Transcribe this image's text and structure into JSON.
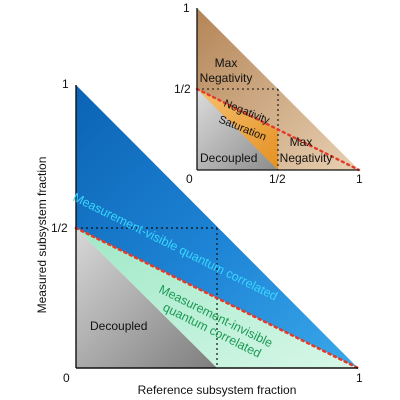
{
  "main_plot": {
    "ticks": {
      "x0": "0",
      "x1": "1",
      "y1": "1",
      "y_half": "1/2"
    },
    "xlabel": "Reference subsystem fraction",
    "ylabel": "Measured subsystem fraction",
    "regions": {
      "decoupled": "Decoupled",
      "visible": "Measurement-visible quantum correlated",
      "invisible_line1": "Measurement-invisible",
      "invisible_line2": "quantum correlated"
    },
    "colors": {
      "visible": "#1f7fd0",
      "invisible": "#b8f0d6",
      "decoupled": "#a9a9a9",
      "dotted_line": "#e23b2b",
      "visible_text": "#37d6ff",
      "invisible_text": "#1c9a55"
    }
  },
  "inset": {
    "ticks": {
      "x0": "0",
      "x_half": "1/2",
      "x1": "1",
      "y1": "1",
      "y_half": "1/2"
    },
    "regions": {
      "max_neg_top_line1": "Max",
      "max_neg_top_line2": "Negativity",
      "saturation_line1": "Negativity",
      "saturation_line2": "Saturation",
      "max_neg_right_line1": "Max",
      "max_neg_right_line2": "Negativity",
      "decoupled": "Decoupled"
    },
    "colors": {
      "max_negativity": "#c69c6d",
      "saturation": "#f0a030",
      "decoupled": "#b0b0b0",
      "dotted_line": "#e23b2b"
    }
  }
}
